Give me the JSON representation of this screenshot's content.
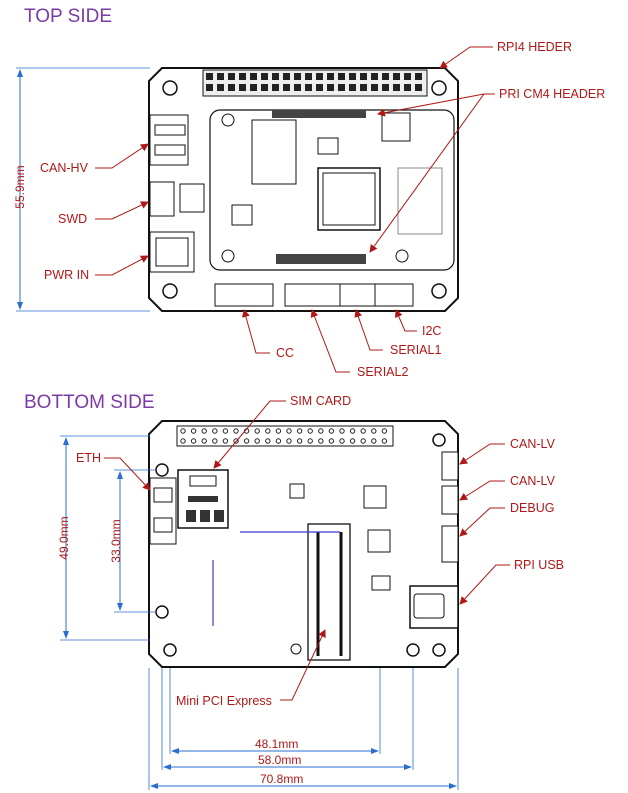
{
  "top": {
    "title": "TOP SIDE",
    "labels": {
      "rpi4_header": "RPI4 HEDER",
      "pri_cm4_header": "PRI CM4 HEADER",
      "can_hv": "CAN-HV",
      "swd": "SWD",
      "pwr_in": "PWR IN",
      "cc": "CC",
      "serial1": "SERIAL1",
      "serial2": "SERIAL2",
      "i2c": "I2C"
    },
    "dims": {
      "height": "55.9mm"
    }
  },
  "bottom": {
    "title": "BOTTOM SIDE",
    "labels": {
      "sim_card": "SIM CARD",
      "eth": "ETH",
      "can_lv_1": "CAN-LV",
      "can_lv_2": "CAN-LV",
      "debug": "DEBUG",
      "rpi_usb": "RPI USB",
      "mini_pci": "Mini PCI Express"
    },
    "dims": {
      "height_outer": "49.0mm",
      "height_inner": "33.0mm",
      "width_inner": "48.1mm",
      "width_mid": "58.0mm",
      "width_outer": "70.8mm"
    }
  },
  "colors": {
    "title": "#7a3aa8",
    "annotation": "#b01818",
    "dimension": "#2a6fcf",
    "board": "#111111"
  }
}
